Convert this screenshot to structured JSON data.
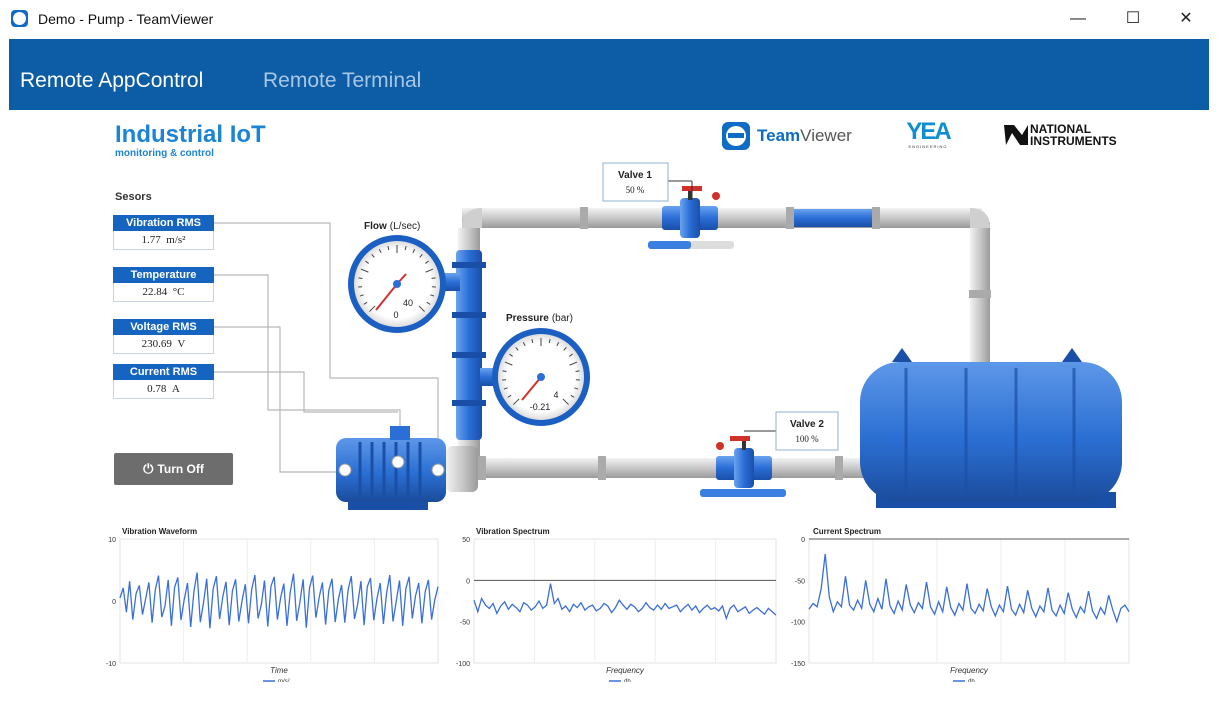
{
  "window": {
    "title": "Demo - Pump - TeamViewer",
    "minimize": "—",
    "maximize": "☐",
    "close": "✕"
  },
  "nav": {
    "tabs": [
      {
        "label": "Remote AppControl"
      },
      {
        "label": "Remote Terminal"
      }
    ]
  },
  "brand": {
    "title_prefix": "Industrial ",
    "title_emph": "IoT",
    "subtitle": "monitoring & control"
  },
  "logos": {
    "teamviewer_bold": "Team",
    "teamviewer_rest": "Viewer",
    "yea": "YEA",
    "yea_sub": "ENGINEERING",
    "ni_line1": "NATIONAL",
    "ni_line2": "INSTRUMENTS"
  },
  "sensors": {
    "title": "Sesors",
    "items": [
      {
        "label": "Vibration RMS",
        "value": "1.77",
        "unit": "m/s²"
      },
      {
        "label": "Temperature",
        "value": "22.84",
        "unit": "°C"
      },
      {
        "label": "Voltage RMS",
        "value": "230.69",
        "unit": "V"
      },
      {
        "label": "Current RMS",
        "value": "0.78",
        "unit": "A"
      }
    ]
  },
  "turn_off_label": "Turn Off",
  "gauges": {
    "flow": {
      "label": "Flow",
      "unit": "(L/sec)",
      "min": "0",
      "max": "40"
    },
    "pressure": {
      "label": "Pressure",
      "unit": "(bar)",
      "min": "-0.21",
      "max": "4"
    }
  },
  "valves": {
    "valve1": {
      "name": "Valve 1",
      "value": "50 %",
      "level": 0.5
    },
    "valve2": {
      "name": "Valve 2",
      "value": "100 %",
      "level": 1.0
    }
  },
  "colors": {
    "brand_blue": "#0c5da5",
    "accent_blue": "#1c84d4",
    "sensor_header": "#1565c0",
    "series": "#3b6fd8",
    "button_grey": "#6d6d6d"
  },
  "chart_data": [
    {
      "type": "line",
      "title": "Vibration Waveform",
      "xlabel": "Time",
      "ylabel": "",
      "ylim": [
        -10,
        10
      ],
      "yticks": [
        "10",
        "0",
        "-10"
      ],
      "grid": true,
      "legend": "bottom",
      "series": [
        {
          "name": "m/s²",
          "pattern": "oscillating waveform with amplitude about ±3 to ±5"
        }
      ],
      "x": [
        0,
        1,
        2,
        3,
        4,
        5,
        6,
        7,
        8,
        9,
        10,
        11,
        12,
        13,
        14,
        15,
        16,
        17,
        18,
        19,
        20,
        21,
        22,
        23,
        24,
        25,
        26,
        27,
        28,
        29,
        30,
        31,
        32,
        33,
        34,
        35,
        36,
        37,
        38,
        39,
        40,
        41,
        42,
        43,
        44,
        45,
        46,
        47,
        48,
        49,
        50,
        51,
        52,
        53,
        54,
        55,
        56,
        57,
        58,
        59,
        60,
        61,
        62,
        63,
        64,
        65,
        66,
        67,
        68,
        69,
        70,
        71,
        72,
        73,
        74,
        75,
        76,
        77,
        78,
        79,
        80,
        81,
        82,
        83,
        84,
        85,
        86,
        87,
        88,
        89,
        90,
        91,
        92,
        93,
        94,
        95,
        96,
        97,
        98,
        99
      ],
      "values": [
        0.5,
        2.1,
        -1.8,
        3.2,
        -3.0,
        1.2,
        2.5,
        -2.2,
        0.4,
        3.0,
        -3.5,
        1.8,
        4.1,
        -2.6,
        -0.8,
        3.4,
        -4.0,
        2.2,
        3.8,
        -3.1,
        0.2,
        2.9,
        -4.2,
        1.5,
        4.6,
        -3.4,
        -0.3,
        3.6,
        -4.4,
        2.0,
        4.0,
        -2.9,
        0.7,
        3.1,
        -3.9,
        1.6,
        3.5,
        -3.3,
        0.1,
        2.7,
        -3.6,
        1.9,
        4.2,
        -2.8,
        -0.6,
        3.3,
        -4.1,
        2.4,
        3.9,
        -3.0,
        0.5,
        2.8,
        -4.0,
        1.4,
        4.4,
        -3.2,
        -0.2,
        3.5,
        -4.3,
        2.1,
        4.1,
        -2.7,
        0.6,
        3.0,
        -3.8,
        1.7,
        3.6,
        -3.4,
        0.3,
        2.6,
        -3.5,
        1.8,
        4.0,
        -2.9,
        -0.5,
        3.2,
        -3.9,
        2.3,
        3.7,
        -3.1,
        0.4,
        2.9,
        -3.7,
        1.3,
        4.2,
        -3.3,
        -0.1,
        3.3,
        -4.0,
        2.0,
        3.9,
        -2.8,
        0.8,
        2.9,
        -3.6,
        1.5,
        3.4,
        -3.0,
        0.2,
        2.3
      ]
    },
    {
      "type": "line",
      "title": "Vibration Spectrum",
      "xlabel": "Frequency",
      "ylabel": "",
      "ylim": [
        -100,
        50
      ],
      "yticks": [
        "50",
        "0",
        "-50",
        "-100"
      ],
      "grid": true,
      "legend": "bottom",
      "series": [
        {
          "name": "db"
        }
      ],
      "x": [
        0,
        1,
        2,
        3,
        4,
        5,
        6,
        7,
        8,
        9,
        10,
        11,
        12,
        13,
        14,
        15,
        16,
        17,
        18,
        19,
        20,
        21,
        22,
        23,
        24,
        25,
        26,
        27,
        28,
        29,
        30,
        31,
        32,
        33,
        34,
        35,
        36,
        37,
        38,
        39,
        40,
        41,
        42,
        43,
        44,
        45,
        46,
        47,
        48,
        49,
        50,
        51,
        52,
        53,
        54,
        55,
        56,
        57,
        58,
        59,
        60,
        61,
        62,
        63,
        64,
        65,
        66,
        67,
        68,
        69,
        70,
        71,
        72,
        73,
        74,
        75,
        76,
        77,
        78,
        79
      ],
      "values": [
        -24,
        -38,
        -22,
        -30,
        -34,
        -28,
        -40,
        -31,
        -26,
        -35,
        -29,
        -33,
        -38,
        -27,
        -30,
        -36,
        -32,
        -25,
        -34,
        -30,
        -4,
        -28,
        -22,
        -35,
        -31,
        -38,
        -29,
        -33,
        -27,
        -36,
        -32,
        -30,
        -37,
        -34,
        -28,
        -31,
        -39,
        -33,
        -24,
        -30,
        -35,
        -29,
        -32,
        -38,
        -34,
        -27,
        -33,
        -36,
        -30,
        -35,
        -28,
        -34,
        -32,
        -30,
        -38,
        -33,
        -29,
        -36,
        -31,
        -39,
        -34,
        -30,
        -35,
        -33,
        -37,
        -31,
        -46,
        -34,
        -30,
        -38,
        -35,
        -32,
        -40,
        -36,
        -33,
        -37,
        -41,
        -34,
        -38,
        -42
      ]
    },
    {
      "type": "line",
      "title": "Current Spectrum",
      "xlabel": "Frequency",
      "ylabel": "",
      "ylim": [
        -150,
        0
      ],
      "yticks": [
        "0",
        "-50",
        "-100",
        "-150"
      ],
      "grid": true,
      "legend": "bottom",
      "series": [
        {
          "name": "db"
        }
      ],
      "x": [
        0,
        1,
        2,
        3,
        4,
        5,
        6,
        7,
        8,
        9,
        10,
        11,
        12,
        13,
        14,
        15,
        16,
        17,
        18,
        19,
        20,
        21,
        22,
        23,
        24,
        25,
        26,
        27,
        28,
        29,
        30,
        31,
        32,
        33,
        34,
        35,
        36,
        37,
        38,
        39,
        40,
        41,
        42,
        43,
        44,
        45,
        46,
        47,
        48,
        49,
        50,
        51,
        52,
        53,
        54,
        55,
        56,
        57,
        58,
        59,
        60,
        61,
        62,
        63,
        64,
        65,
        66,
        67,
        68,
        69,
        70,
        71,
        72,
        73,
        74,
        75,
        76,
        77,
        78,
        79
      ],
      "values": [
        -85,
        -78,
        -82,
        -60,
        -18,
        -70,
        -88,
        -76,
        -82,
        -45,
        -80,
        -86,
        -74,
        -84,
        -50,
        -79,
        -88,
        -72,
        -85,
        -48,
        -81,
        -90,
        -75,
        -86,
        -55,
        -80,
        -89,
        -77,
        -84,
        -52,
        -82,
        -91,
        -76,
        -88,
        -58,
        -83,
        -92,
        -78,
        -86,
        -54,
        -84,
        -90,
        -79,
        -87,
        -60,
        -82,
        -93,
        -80,
        -88,
        -57,
        -85,
        -92,
        -79,
        -89,
        -62,
        -84,
        -94,
        -81,
        -88,
        -59,
        -86,
        -93,
        -80,
        -90,
        -65,
        -85,
        -95,
        -82,
        -89,
        -63,
        -87,
        -96,
        -83,
        -91,
        -68,
        -86,
        -100,
        -84,
        -80,
        -88
      ]
    }
  ]
}
